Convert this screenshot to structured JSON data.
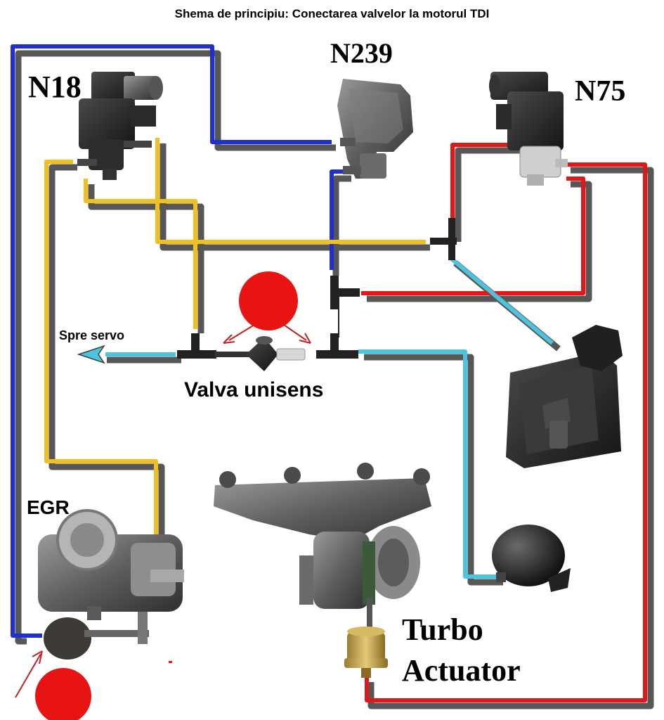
{
  "title": "Shema de principiu: Conectarea valvelor la motorul TDI",
  "labels": {
    "n18": "N18",
    "n239": "N239",
    "n75": "N75",
    "spre_servo": "Spre servo",
    "valva_unisens": "Valva unisens",
    "egr": "EGR",
    "turbo": "Turbo",
    "actuator": "Actuator"
  },
  "colors": {
    "vacuum_blue": "#1f2fd0",
    "yellow": "#f0c020",
    "red": "#e01818",
    "cyan": "#4cc4e0",
    "marker_red": "#e81414",
    "shadow": "#3a3a3a"
  }
}
